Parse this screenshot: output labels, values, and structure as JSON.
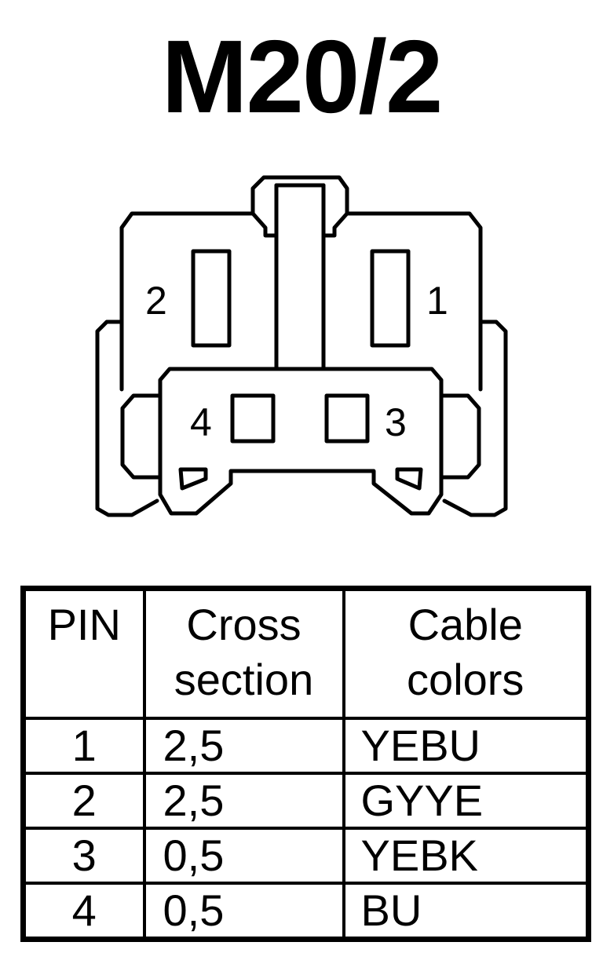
{
  "title": "M20/2",
  "connector": {
    "pin_labels": [
      "1",
      "2",
      "3",
      "4"
    ]
  },
  "table": {
    "headers": {
      "pin": "PIN",
      "cross_section_line1": "Cross",
      "cross_section_line2": "section",
      "cable_colors_line1": "Cable",
      "cable_colors_line2": "colors"
    },
    "rows": [
      {
        "pin": "1",
        "cross_section": "2,5",
        "color": "YEBU"
      },
      {
        "pin": "2",
        "cross_section": "2,5",
        "color": "GYYE"
      },
      {
        "pin": "3",
        "cross_section": "0,5",
        "color": "YEBK"
      },
      {
        "pin": "4",
        "cross_section": "0,5",
        "color": "BU"
      }
    ]
  }
}
